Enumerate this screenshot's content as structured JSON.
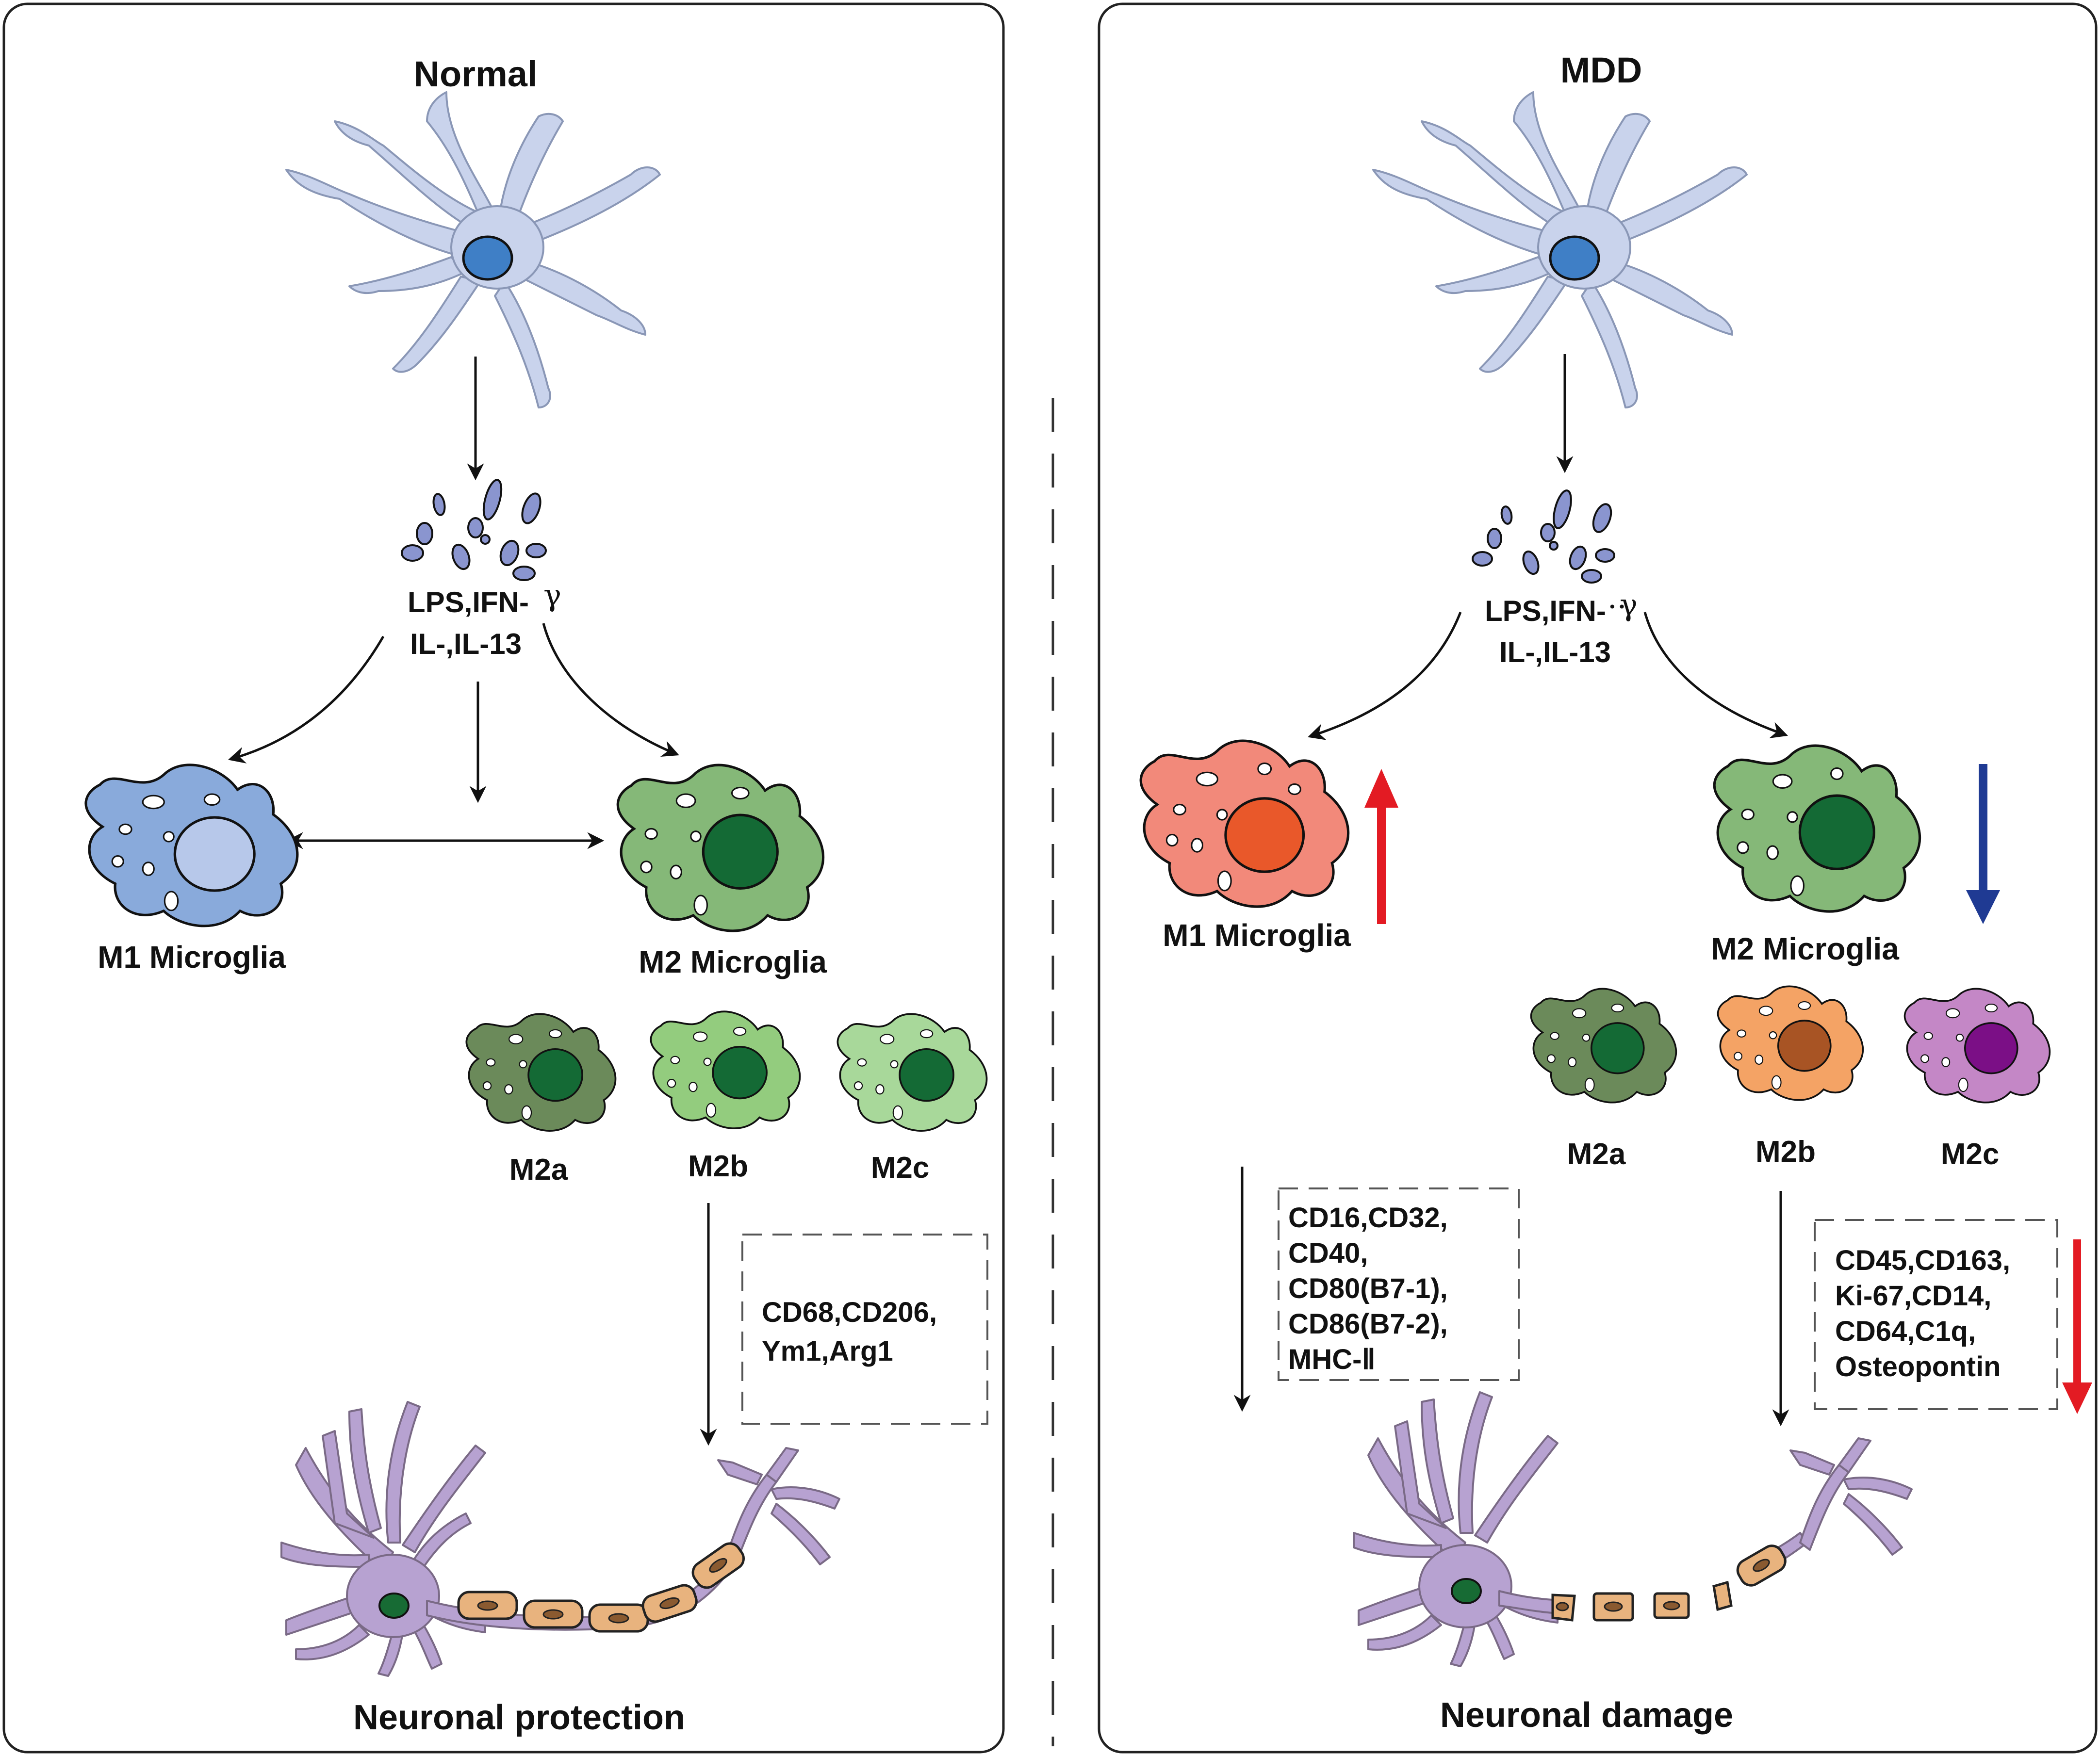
{
  "colors": {
    "stroke": "#111111",
    "astrocyte": "#c9d3ec",
    "astrocyte_nucleus": "#3f7fc6",
    "particles": "#8a95cf",
    "m1_normal": "#89aadb",
    "m1_normal_nucleus": "#b7c8ea",
    "m1_mdd": "#f2897a",
    "m1_mdd_nucleus": "#e9582a",
    "m2": "#85b878",
    "m2_nucleus": "#146a35",
    "m2a": "#6b8a5a",
    "m2b_normal": "#93cc7e",
    "m2c_normal": "#a8d89a",
    "m2b_mdd": "#f4a365",
    "m2b_mdd_nucleus": "#a85424",
    "m2c_mdd": "#c487c6",
    "m2c_mdd_nucleus": "#7b0f86",
    "neuron": "#b7a2d1",
    "neuron_nucleus": "#176b34",
    "myelin": "#e8b37e",
    "arrow_up": "#e31b23",
    "arrow_down": "#1f3a93"
  },
  "normal": {
    "title": "Normal",
    "stimuli_line1": "LPS,IFN-",
    "stimuli_gamma": "γ",
    "stimuli_line2": "IL-,IL-13",
    "m1_label": "M1 Microglia",
    "m2_label": "M2 Microglia",
    "m2a_label": "M2a",
    "m2b_label": "M2b",
    "m2c_label": "M2c",
    "markers": [
      "CD68,CD206,",
      "Ym1,Arg1"
    ],
    "outcome": "Neuronal protection"
  },
  "mdd": {
    "title": "MDD",
    "stimuli_line1": "LPS,IFN-",
    "stimuli_gamma": "γ",
    "stimuli_line2": "IL-,IL-13",
    "m1_label": "M1 Microglia",
    "m2_label": "M2 Microglia",
    "m2a_label": "M2a",
    "m2b_label": "M2b",
    "m2c_label": "M2c",
    "m1_markers": [
      "CD16,CD32,",
      "CD40,",
      "CD80(B7-1),",
      "CD86(B7-2),",
      "MHC-Ⅱ"
    ],
    "m2_markers": [
      "CD45,CD163,",
      "Ki-67,CD14,",
      "CD64,C1q,",
      "Osteopontin"
    ],
    "outcome": "Neuronal damage"
  }
}
